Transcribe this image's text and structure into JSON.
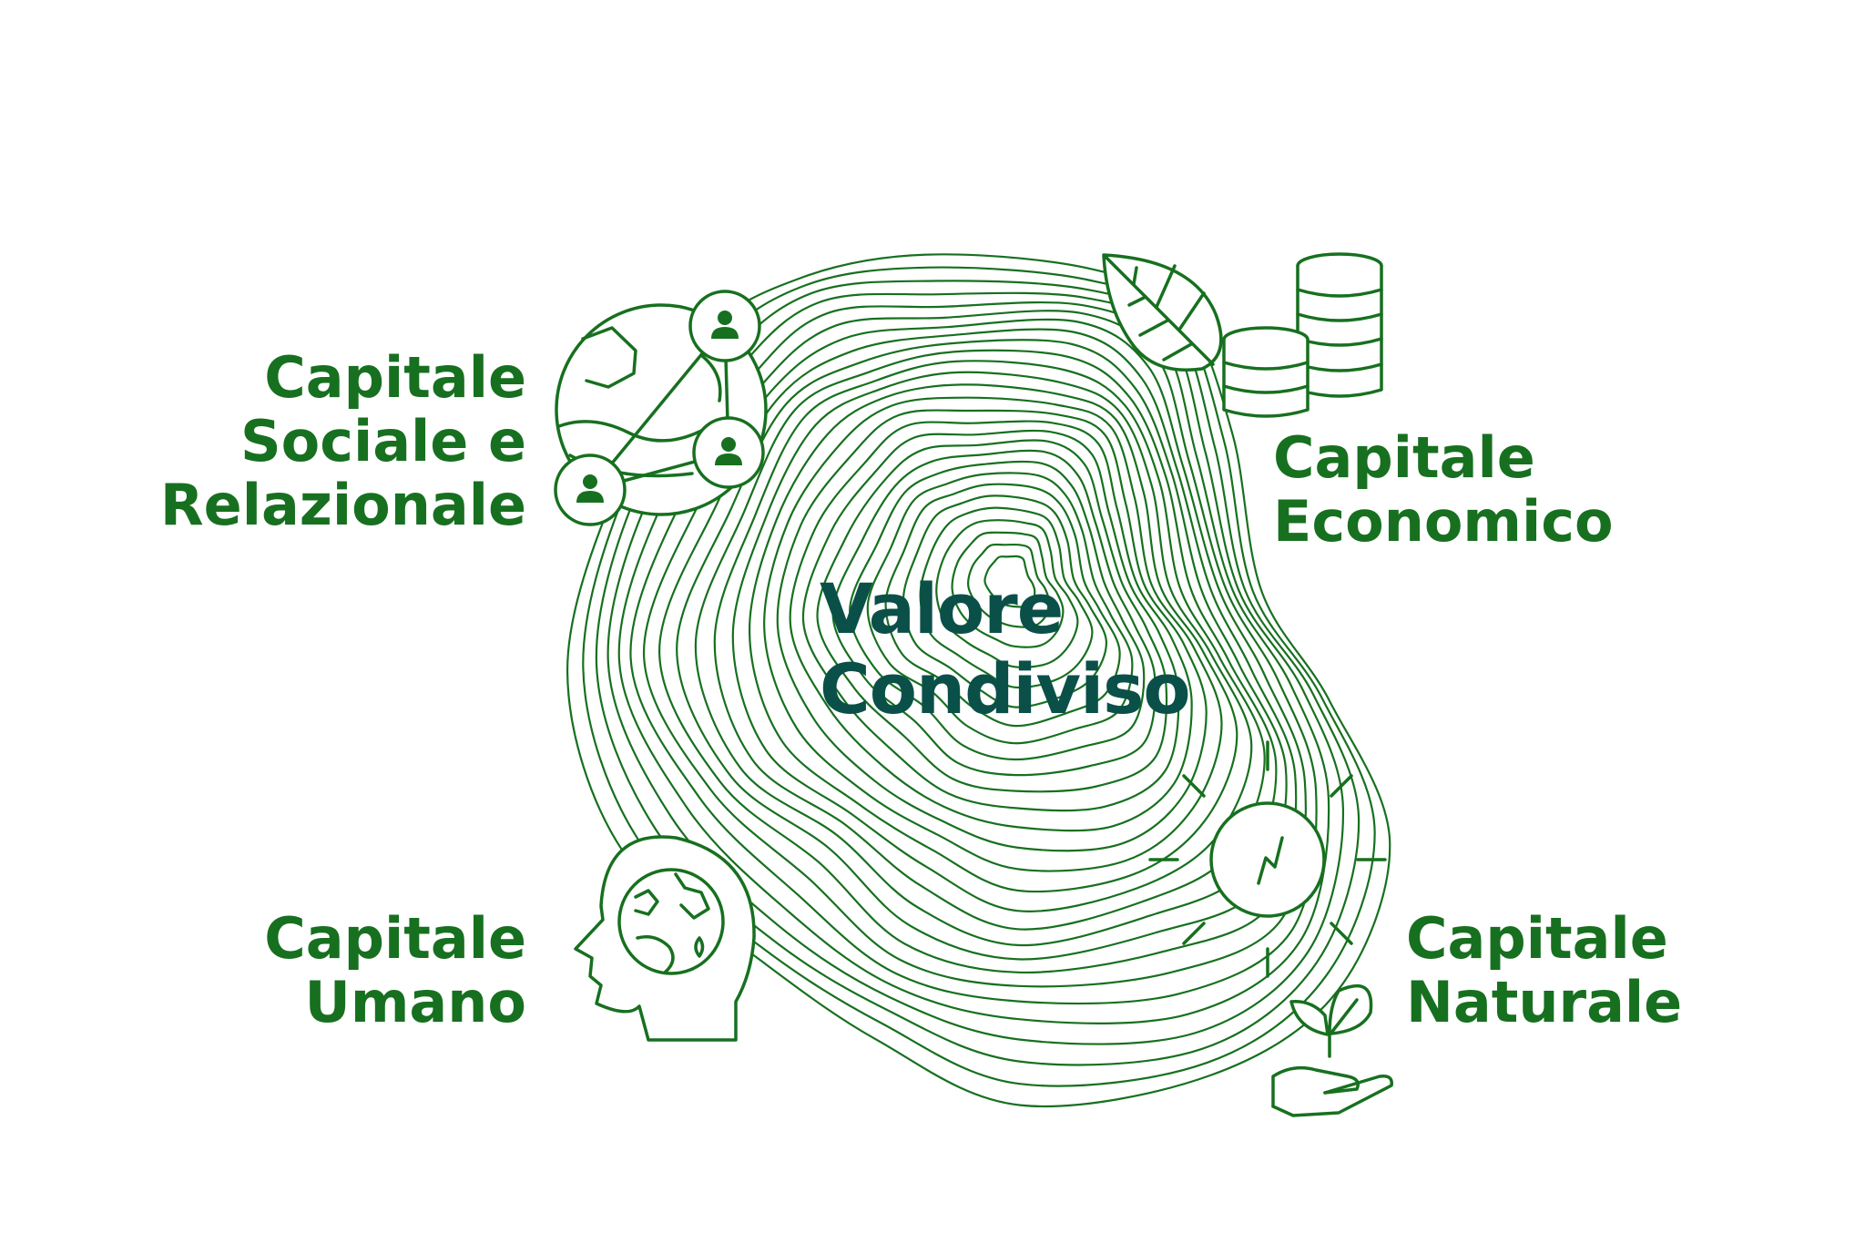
{
  "colors": {
    "accent": "#17701f",
    "center_text": "#0a5048",
    "background": "#ffffff"
  },
  "center": {
    "line1": "Valore",
    "line2": "Condiviso"
  },
  "capitals": {
    "social": {
      "line1": "Capitale",
      "line2": "Sociale e",
      "line3": "Relazionale",
      "icon": "social-network-globe-icon"
    },
    "economic": {
      "line1": "Capitale",
      "line2": "Economico",
      "icon": "leaf-coins-icon"
    },
    "human": {
      "line1": "Capitale",
      "line2": "Umano",
      "icon": "head-globe-icon"
    },
    "natural": {
      "line1": "Capitale",
      "line2": "Naturale",
      "icon": "energy-sprout-hand-icon"
    }
  }
}
